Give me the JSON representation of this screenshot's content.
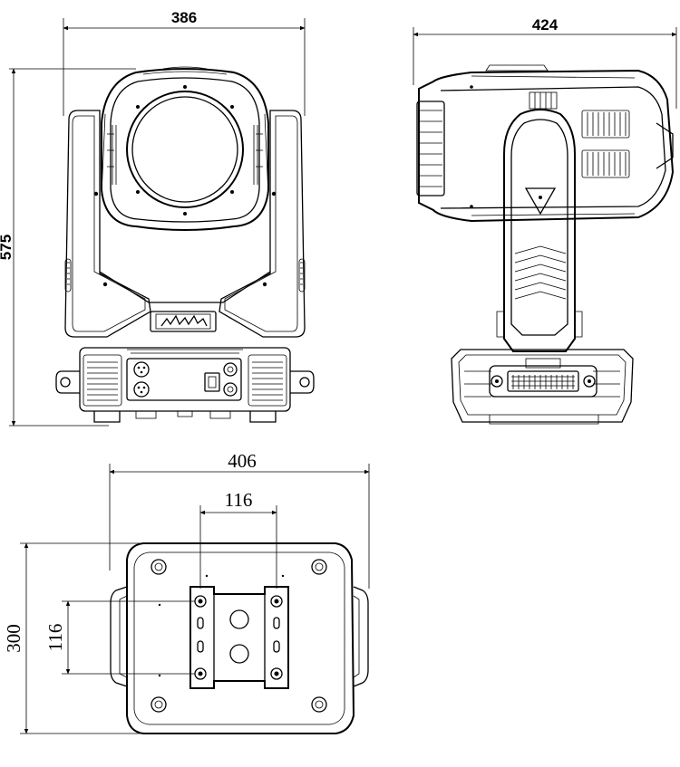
{
  "dimensions": {
    "front_width": "386",
    "front_height": "575",
    "side_width": "424",
    "bottom_width": "406",
    "bottom_hole_spacing_horizontal": "116",
    "bottom_depth": "300",
    "bottom_hole_spacing_vertical": "116"
  },
  "colors": {
    "line": "#000000",
    "background": "#ffffff"
  },
  "icons": [
    "xlr-connector-icon",
    "power-switch-icon",
    "power-socket-icon",
    "logo-badge-icon",
    "mounting-bracket-icon"
  ]
}
